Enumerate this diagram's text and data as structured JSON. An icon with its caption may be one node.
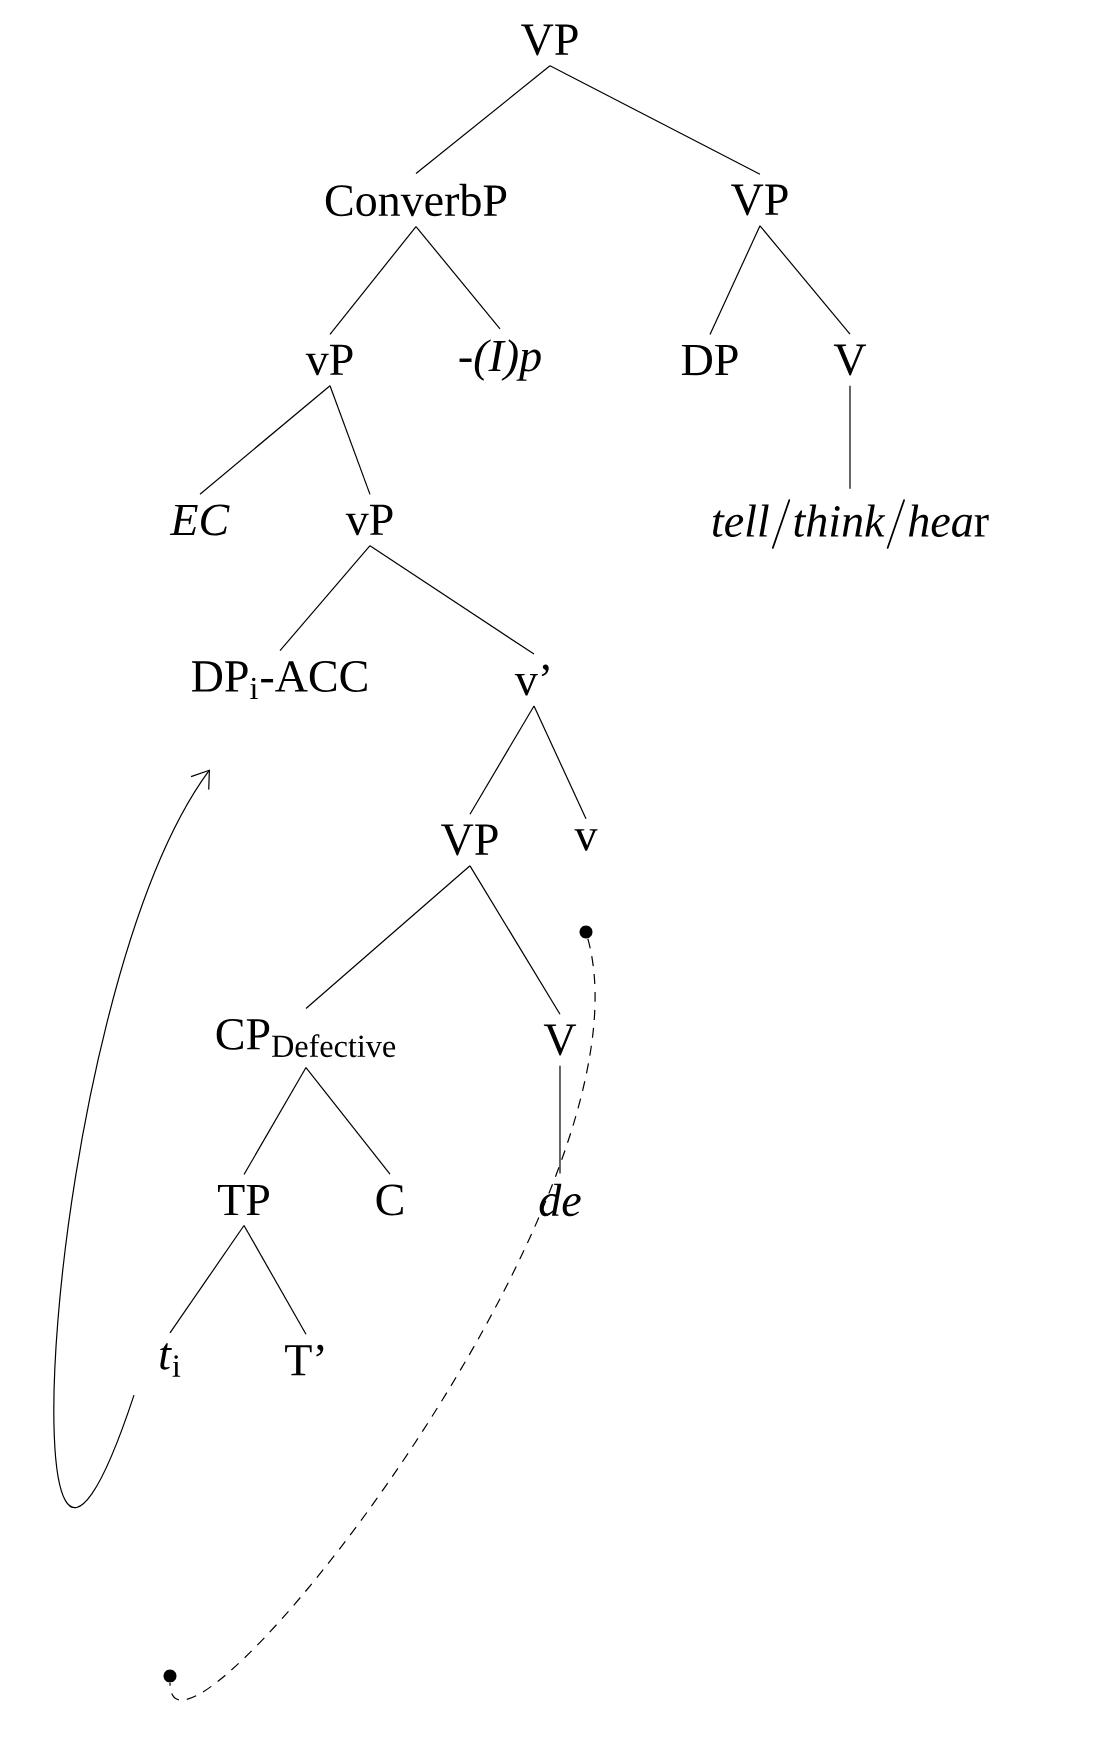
{
  "diagram": {
    "nodes": [
      {
        "text": [
          "VP"
        ]
      },
      {
        "text": [
          "ConverbP"
        ]
      },
      {
        "text": [
          "VP"
        ]
      },
      {
        "text": [
          "vP"
        ]
      },
      {
        "text": [
          "-*(I)p*"
        ]
      },
      {
        "text": [
          "DP"
        ]
      },
      {
        "text": [
          "V"
        ]
      },
      {
        "text": [
          "*EC*"
        ]
      },
      {
        "text": [
          "vP"
        ]
      },
      {
        "text": [
          "\\mathit{tell}/\\mathit{think}/\\mathit{hea}\\mathrm{r}"
        ]
      },
      {
        "text": [
          "DP$_{i}$-ACC"
        ]
      },
      {
        "text": [
          "v’"
        ]
      },
      {
        "text": [
          "VP"
        ]
      },
      {
        "text": [
          "v"
        ]
      },
      {
        "text": [
          "\\mathrm{CP}_{\\mathrm{Defective}}"
        ]
      },
      {
        "text": [
          "V"
        ]
      },
      {
        "text": [
          "TP"
        ]
      },
      {
        "text": [
          "C"
        ]
      },
      {
        "text": [
          "*de*"
        ]
      },
      {
        "text": [
          "*t*$_{i}$"
        ]
      },
      {
        "text": [
          "T’"
        ]
      },
      {
        "text": [],
        "shape": "circle"
      },
      {
        "text": [],
        "shape": "circle"
      }
    ],
    "edges": [
      {
        "from": 0,
        "to": 1,
        "arrow": "none"
      },
      {
        "from": 0,
        "to": 2,
        "arrow": "none"
      },
      {
        "from": 1,
        "to": 3,
        "arrow": "none"
      },
      {
        "from": 1,
        "to": 4,
        "arrow": "none"
      },
      {
        "from": 2,
        "to": 5,
        "arrow": "none"
      },
      {
        "from": 2,
        "to": 6,
        "arrow": "none"
      },
      {
        "from": 6,
        "to": 9,
        "arrow": "none"
      },
      {
        "from": 3,
        "to": 7,
        "arrow": "none"
      },
      {
        "from": 3,
        "to": 8,
        "arrow": "none"
      },
      {
        "from": 8,
        "to": 10,
        "arrow": "none"
      },
      {
        "from": 8,
        "to": 11,
        "arrow": "none"
      },
      {
        "from": 11,
        "to": 12,
        "arrow": "none"
      },
      {
        "from": 11,
        "to": 13,
        "arrow": "none"
      },
      {
        "from": 12,
        "to": 14,
        "arrow": "none"
      },
      {
        "from": 12,
        "to": 15,
        "arrow": "none"
      },
      {
        "from": 15,
        "to": 18,
        "arrow": "none"
      },
      {
        "from": 14,
        "to": 16,
        "arrow": "none"
      },
      {
        "from": 14,
        "to": 17,
        "arrow": "none"
      },
      {
        "from": 16,
        "to": 19,
        "arrow": "none"
      },
      {
        "from": 16,
        "to": 20,
        "arrow": "none"
      },
      {
        "from": 19,
        "to": 10,
        "arrow": "to"
      },
      {
        "from": 21,
        "to": 22,
        "arrow": "none",
        "style": "dashed"
      }
    ]
  }
}
